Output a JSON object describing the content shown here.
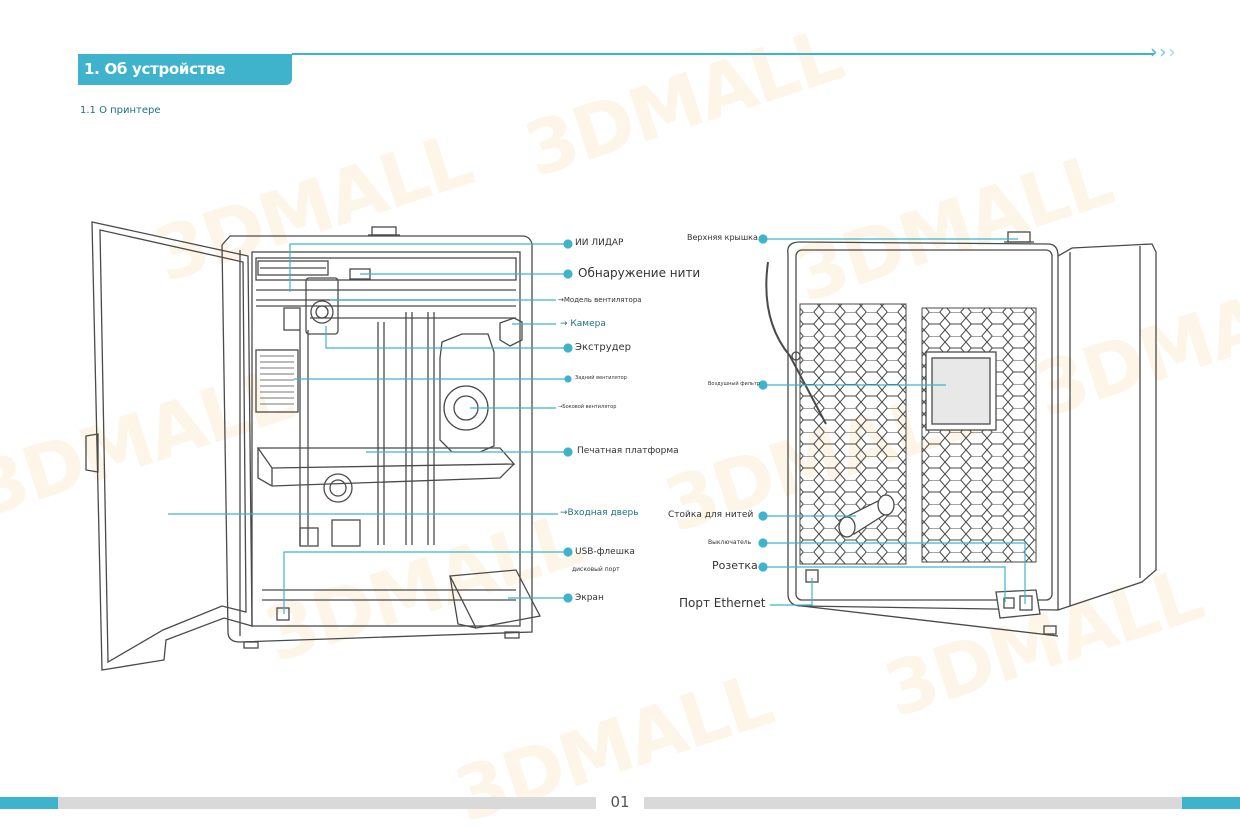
{
  "header": {
    "section_title": "1. Об устройстве",
    "chevrons": "›››",
    "subsection_title": "1.1 О принтере"
  },
  "front_labels": {
    "lidar": "ИИ ЛИДАР",
    "filament_detect": "Обнаружение нити",
    "fan_model": "→Модель вентилятора",
    "camera": "→ Камера",
    "extruder": "Экструдер",
    "rear_fan": "Задний вентилятор",
    "side_fan": "→Боковой вентилятор",
    "print_bed": "Печатная платформа",
    "door": "→Входная дверь",
    "usb": "USB-флешка",
    "usb_sub": "дисковый порт",
    "screen": "Экран"
  },
  "back_labels": {
    "top_cover": "Верхняя крышка",
    "air_filter": "Воздушный фильтр",
    "spool_holder": "Стойка для нитей",
    "power_switch": "Выключатель",
    "socket": "Розетка",
    "ethernet": "Порт Ethernet"
  },
  "watermark_text": "3DMALL",
  "footer": {
    "page_number": "01"
  },
  "colors": {
    "accent": "#3fb3cc",
    "footer_gray": "#d9d9d9",
    "watermark": "#f8be78"
  }
}
